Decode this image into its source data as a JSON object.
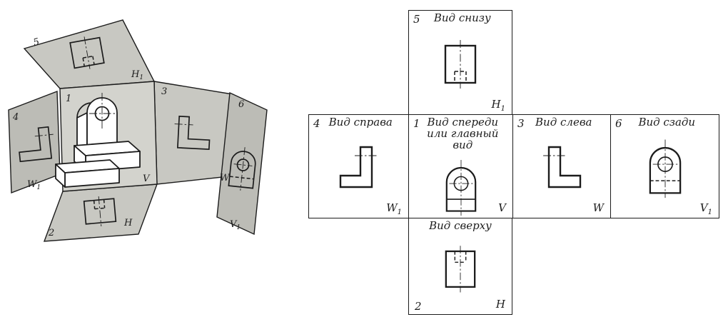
{
  "views": {
    "bottom": {
      "number": "5",
      "label": "Вид снизу",
      "plane": {
        "base": "H",
        "sub": "1"
      }
    },
    "right": {
      "number": "4",
      "label": "Вид справа",
      "plane": {
        "base": "W",
        "sub": "1"
      }
    },
    "front": {
      "number": "1",
      "label": "Вид спереди или главный вид",
      "plane": {
        "base": "V",
        "sub": ""
      }
    },
    "left": {
      "number": "3",
      "label": "Вид слева",
      "plane": {
        "base": "W",
        "sub": ""
      }
    },
    "rear": {
      "number": "6",
      "label": "Вид сзади",
      "plane": {
        "base": "V",
        "sub": "1"
      }
    },
    "top": {
      "number": "2",
      "label": "Вид сверху",
      "plane": {
        "base": "H",
        "sub": ""
      }
    }
  },
  "pictorial": {
    "numbers": {
      "p1": "1",
      "p2": "2",
      "p3": "3",
      "p4": "4",
      "p5": "5",
      "p6": "6"
    },
    "letters": {
      "V": {
        "base": "V",
        "sub": ""
      },
      "H": {
        "base": "H",
        "sub": ""
      },
      "W": {
        "base": "W",
        "sub": ""
      },
      "H1": {
        "base": "H",
        "sub": "1"
      },
      "W1": {
        "base": "W",
        "sub": "1"
      },
      "V1": {
        "base": "V",
        "sub": "1"
      }
    }
  },
  "colors": {
    "ink": "#1c1c1c",
    "paper": "#ffffff",
    "plane_gray": "#c8c8c2",
    "plane_gray_dark": "#bcbcb6",
    "plane_gray_light": "#d3d3cd"
  }
}
